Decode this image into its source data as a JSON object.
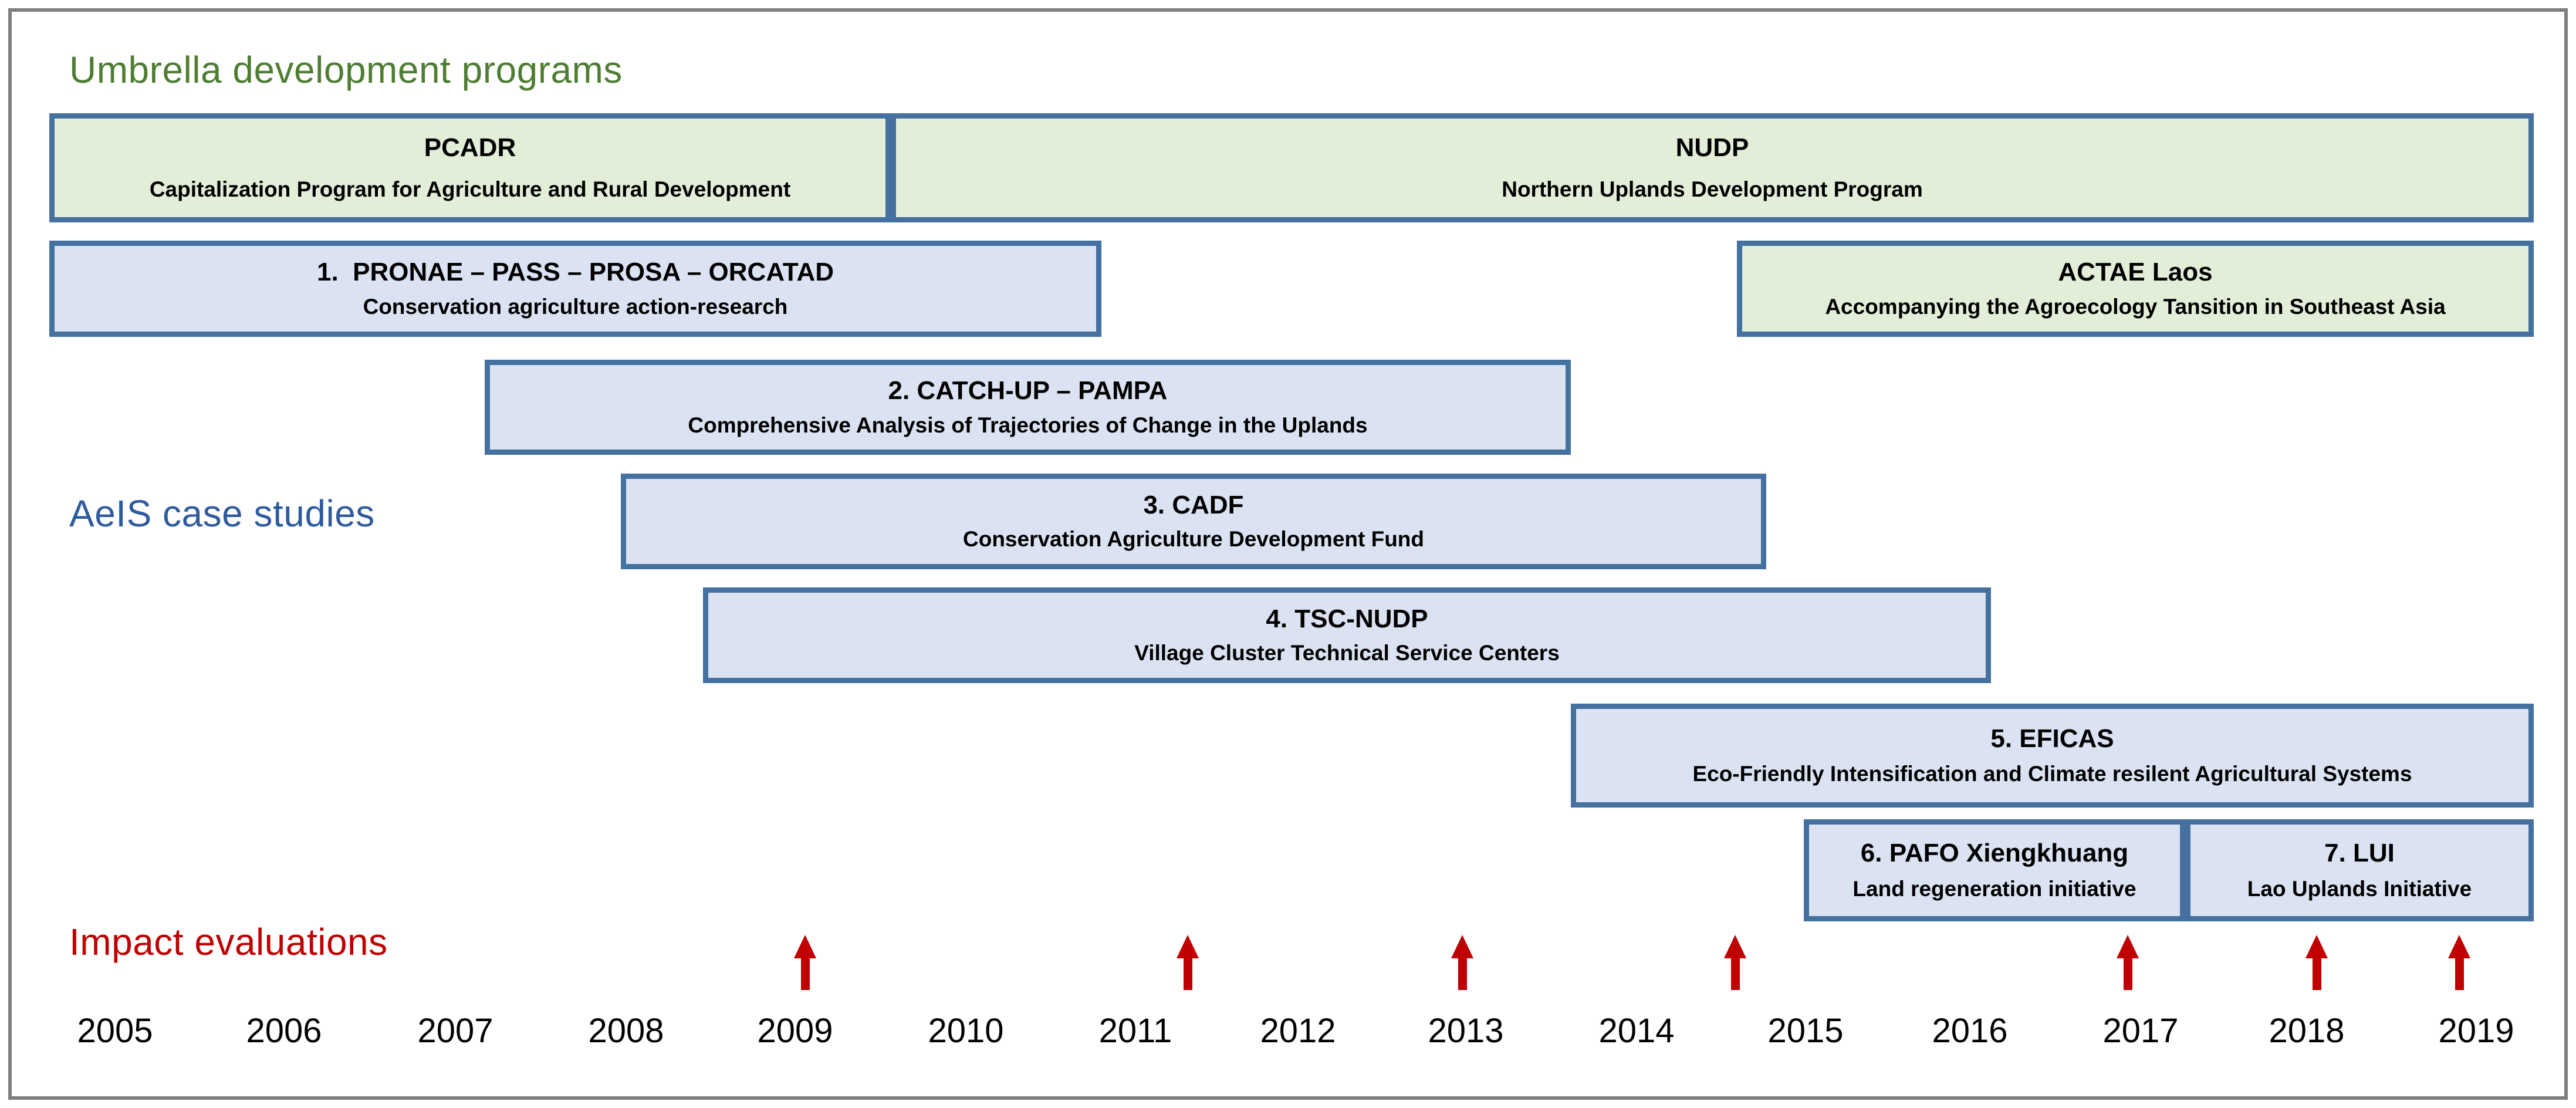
{
  "headings": {
    "umbrella": "Umbrella development programs",
    "aeis": "AeIS case studies",
    "impact": "Impact evaluations"
  },
  "colors": {
    "umbrella_heading": "#4e7d33",
    "aeis_heading": "#2e5a9e",
    "impact_heading": "#c00000",
    "program_fill_green": "#e3eed8",
    "case_fill_blue": "#dbe3f3",
    "bar_border": "#44719f",
    "arrow_red": "#c00000",
    "frame_border": "#7f7f7f"
  },
  "bars": [
    {
      "id": "pcadr",
      "kind": "umbrella-program",
      "title": "PCADR",
      "subtitle": "Capitalization Program for Agriculture and Rural Development"
    },
    {
      "id": "nudp",
      "kind": "umbrella-program",
      "title": "NUDP",
      "subtitle": "Northern Uplands Development Program"
    },
    {
      "id": "pronae",
      "kind": "case-study",
      "title": "1.  PRONAE – PASS – PROSA – ORCATAD",
      "subtitle": "Conservation agriculture action-research"
    },
    {
      "id": "actae",
      "kind": "umbrella-program",
      "title": "ACTAE Laos",
      "subtitle": "Accompanying the Agroecology Tansition in Southeast Asia"
    },
    {
      "id": "catchup",
      "kind": "case-study",
      "title": "2. CATCH-UP – PAMPA",
      "subtitle": "Comprehensive Analysis of Trajectories of Change in the Uplands"
    },
    {
      "id": "cadf",
      "kind": "case-study",
      "title": "3. CADF",
      "subtitle": "Conservation Agriculture Development Fund"
    },
    {
      "id": "tsc",
      "kind": "case-study",
      "title": "4. TSC-NUDP",
      "subtitle": "Village Cluster Technical Service Centers"
    },
    {
      "id": "eficas",
      "kind": "case-study",
      "title": "5. EFICAS",
      "subtitle": "Eco-Friendly Intensification and Climate resilent Agricultural Systems"
    },
    {
      "id": "pafo",
      "kind": "case-study",
      "title": "6. PAFO Xiengkhuang",
      "subtitle": "Land regeneration initiative"
    },
    {
      "id": "lui",
      "kind": "case-study",
      "title": "7. LUI",
      "subtitle": "Lao Uplands Initiative"
    }
  ],
  "timeline": {
    "years": [
      "2005",
      "2006",
      "2007",
      "2008",
      "2009",
      "2010",
      "2011",
      "2012",
      "2013",
      "2014",
      "2015",
      "2016",
      "2017",
      "2018",
      "2019"
    ],
    "impact_arrows_near_years": [
      "2009",
      "2011–2012",
      "2013",
      "2014–2015",
      "2017",
      "2018",
      "2019"
    ]
  }
}
